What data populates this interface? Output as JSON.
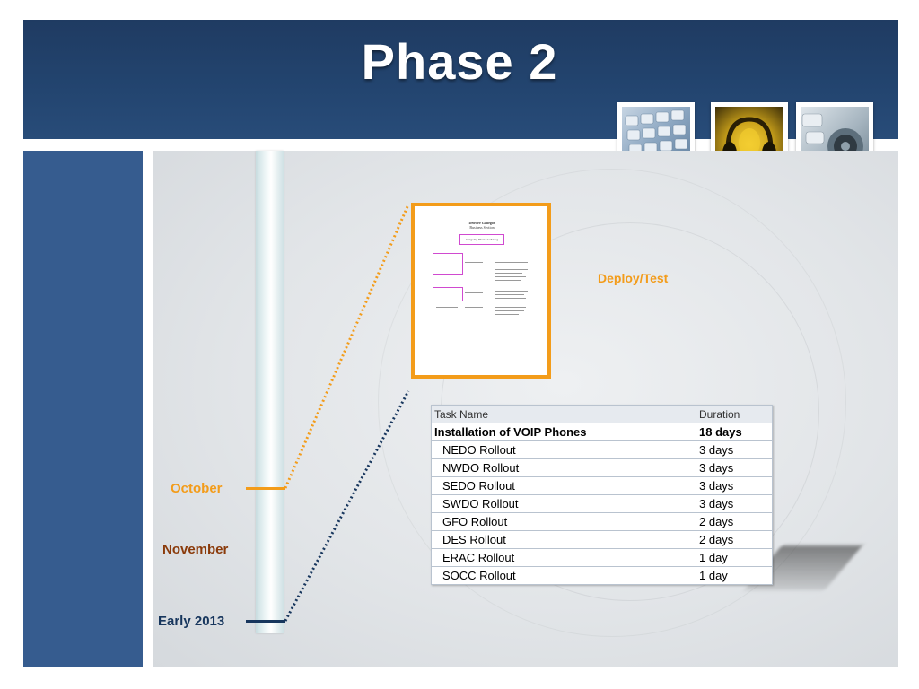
{
  "slide": {
    "title": "Phase 2"
  },
  "images": [
    {
      "name": "keyboard-photo",
      "icon": "keyboard-photo"
    },
    {
      "name": "headphones-photo",
      "icon": "headphones-photo"
    },
    {
      "name": "speaker-photo",
      "icon": "speaker-photo"
    }
  ],
  "timeline": {
    "october": "October",
    "november": "November",
    "early_2013": "Early 2013",
    "colors": {
      "october": "#f39c1a",
      "november": "#8a3a0a",
      "early_2013": "#17365d"
    }
  },
  "document": {
    "name": "Deirdre Gallegos",
    "subtitle": "Business Section",
    "heading": "Outgoing Phone Call Log"
  },
  "deploy_label": "Deploy/Test",
  "table": {
    "headers": {
      "task": "Task Name",
      "duration": "Duration"
    },
    "rows": [
      {
        "task": "Installation of VOIP Phones",
        "duration": "18 days",
        "bold": true
      },
      {
        "task": "NEDO Rollout",
        "duration": "3 days"
      },
      {
        "task": "NWDO Rollout",
        "duration": "3 days"
      },
      {
        "task": "SEDO Rollout",
        "duration": "3 days"
      },
      {
        "task": "SWDO Rollout",
        "duration": "3 days"
      },
      {
        "task": "GFO Rollout",
        "duration": "2 days"
      },
      {
        "task": "DES Rollout",
        "duration": "2 days"
      },
      {
        "task": "ERAC Rollout",
        "duration": "1 day"
      },
      {
        "task": "SOCC Rollout",
        "duration": "1 day"
      }
    ]
  }
}
